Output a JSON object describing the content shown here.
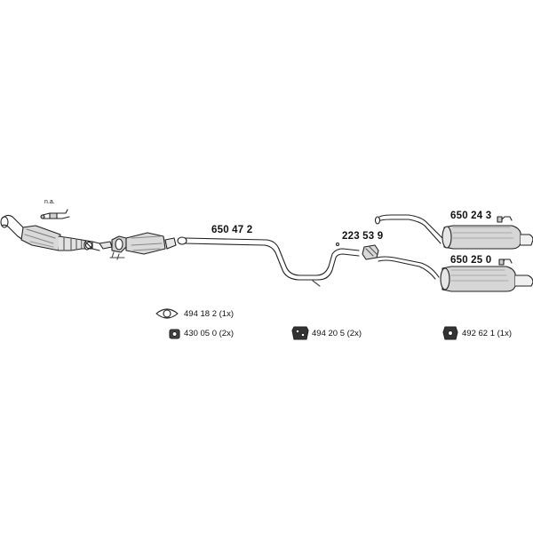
{
  "parts": {
    "not_available": "n.a.",
    "mid_pipe": "650 47 2",
    "connector": "223 53 9",
    "rear_silencer_upper": "650 24 3",
    "rear_silencer_lower": "650 25 0"
  },
  "legend": {
    "gasket": "494 18 2 (1x)",
    "clamp": "430 05 0 (2x)",
    "rubber_mount_a": "494 20 5 (2x)",
    "rubber_mount_b": "492 62 1 (1x)"
  }
}
